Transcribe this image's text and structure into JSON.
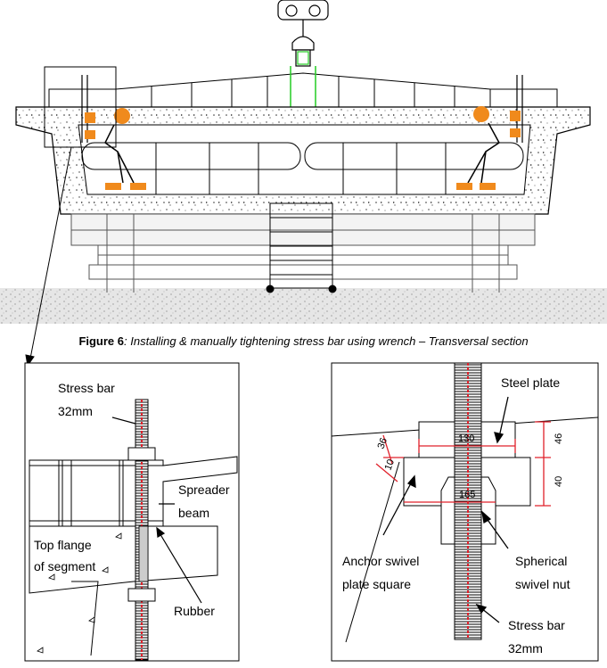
{
  "figure": {
    "number": "Figure 6",
    "caption": ": Installing & manually tightening stress bar using wrench – Transversal section"
  },
  "detail_left": {
    "labels": {
      "stress_bar_line1": "Stress bar",
      "stress_bar_line2": "32mm",
      "spreader_line1": "Spreader",
      "spreader_line2": "beam",
      "top_flange_line1": "Top flange",
      "top_flange_line2": "of segment",
      "rubber": "Rubber"
    }
  },
  "detail_right": {
    "labels": {
      "steel_plate": "Steel plate",
      "anchor_line1": "Anchor swivel",
      "anchor_line2": "plate square",
      "spherical_line1": "Spherical",
      "spherical_line2": "swivel nut",
      "stress_bar_line1": "Stress bar",
      "stress_bar_line2": "32mm"
    },
    "dimensions": {
      "d130": "130",
      "d36": "36",
      "d46": "46",
      "d40": "40",
      "d165": "165",
      "d10": "10"
    }
  },
  "colors": {
    "worker_orange": "#f08a1c",
    "rebar_red": "#e0202a",
    "lift_green": "#22cc22",
    "ground_gray": "#e6e6e6"
  }
}
